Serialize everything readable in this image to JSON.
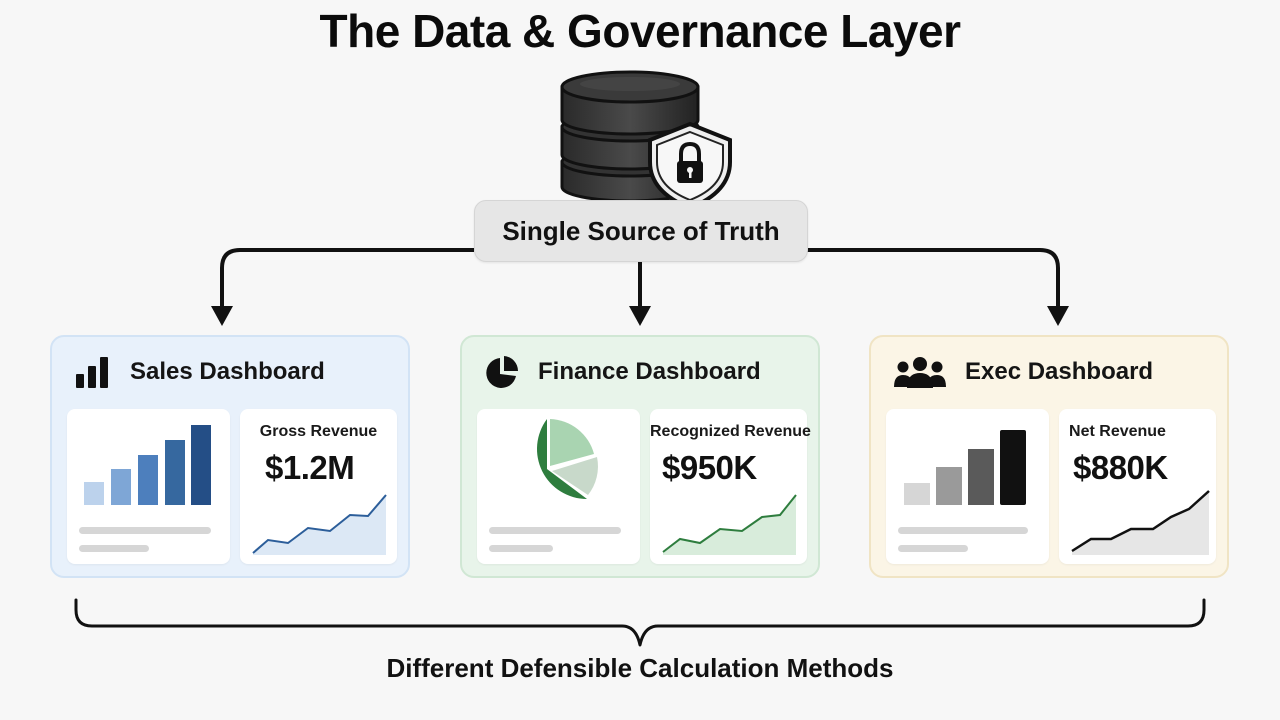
{
  "title": "The Data & Governance Layer",
  "source": {
    "label": "Single Source of Truth",
    "icon": "database-shield-lock-icon"
  },
  "dashboards": [
    {
      "title": "Sales Dashboard",
      "icon": "bar-chart-icon",
      "metric_label": "Gross Revenue",
      "metric_value": "$1.2M",
      "accent": "#2c5e9a"
    },
    {
      "title": "Finance Dashboard",
      "icon": "pie-chart-icon",
      "metric_label": "Recognized Revenue",
      "metric_value": "$950K",
      "accent": "#2e7d3e"
    },
    {
      "title": "Exec Dashboard",
      "icon": "users-icon",
      "metric_label": "Net Revenue",
      "metric_value": "$880K",
      "accent": "#111111"
    }
  ],
  "bottom_label": "Different Defensible Calculation Methods",
  "colors": {
    "sales_bg": "#e8f1fb",
    "finance_bg": "#e8f4ea",
    "exec_bg": "#fbf5e6",
    "pill_bg": "#e6e6e6"
  }
}
